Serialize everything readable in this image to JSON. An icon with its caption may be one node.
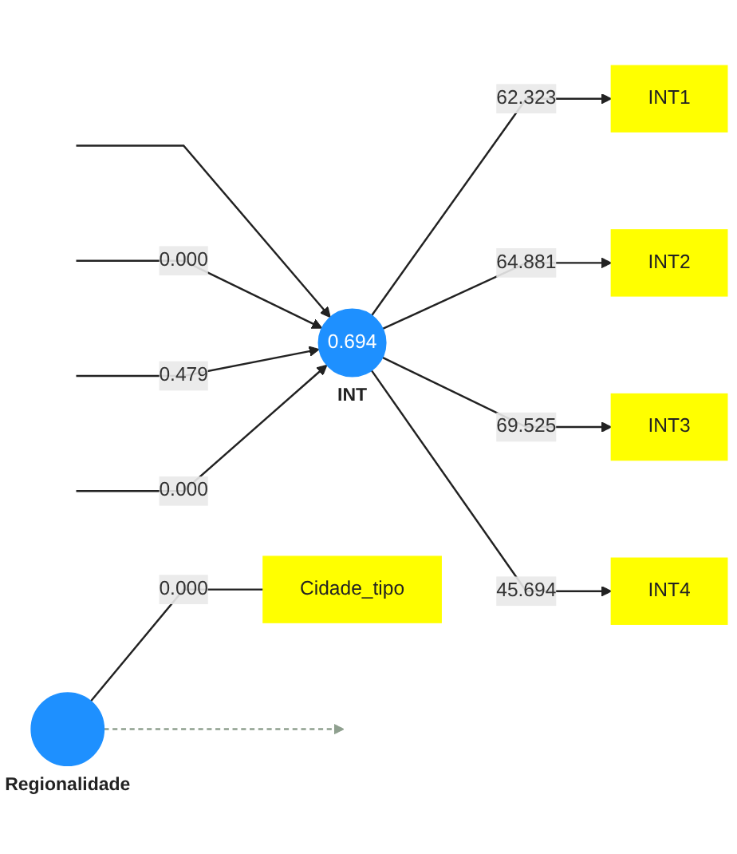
{
  "diagram": {
    "nodes": [
      {
        "text": [
          "INT1"
        ]
      },
      {
        "text": [
          "INT2"
        ]
      },
      {
        "text": [
          "INT3"
        ]
      },
      {
        "text": [
          "INT4"
        ]
      },
      {
        "text": [
          "0.694"
        ],
        "beside": [
          "INT"
        ]
      },
      {
        "text": [],
        "shape": "circle",
        "beside": [
          "Regionalidade"
        ]
      },
      {
        "text": [
          "Cidade_tipo"
        ]
      }
    ],
    "edges": [
      {
        "from": null,
        "to": 4,
        "arrow": "to"
      },
      {
        "from": 4,
        "to": 0,
        "arrow": "to",
        "label": "62.323"
      },
      {
        "from": 4,
        "to": 1,
        "arrow": "to",
        "label": "64.881"
      },
      {
        "from": null,
        "to": 4,
        "arrow": "to",
        "label": "0.000"
      },
      {
        "from": 4,
        "to": 2,
        "arrow": "to",
        "label": "69.525"
      },
      {
        "from": 4,
        "to": 3,
        "arrow": "to",
        "label": "45.694"
      },
      {
        "from": null,
        "to": 4,
        "arrow": "to",
        "label": "0.479"
      },
      {
        "from": null,
        "to": 4,
        "arrow": "to",
        "label": "0.000"
      },
      {
        "from": 5,
        "to": null,
        "arrow": "to",
        "style": "dashed",
        "color": "#8fa08f"
      },
      {
        "from": 5,
        "to": 6,
        "arrow": "none",
        "label": "0.000"
      }
    ]
  }
}
